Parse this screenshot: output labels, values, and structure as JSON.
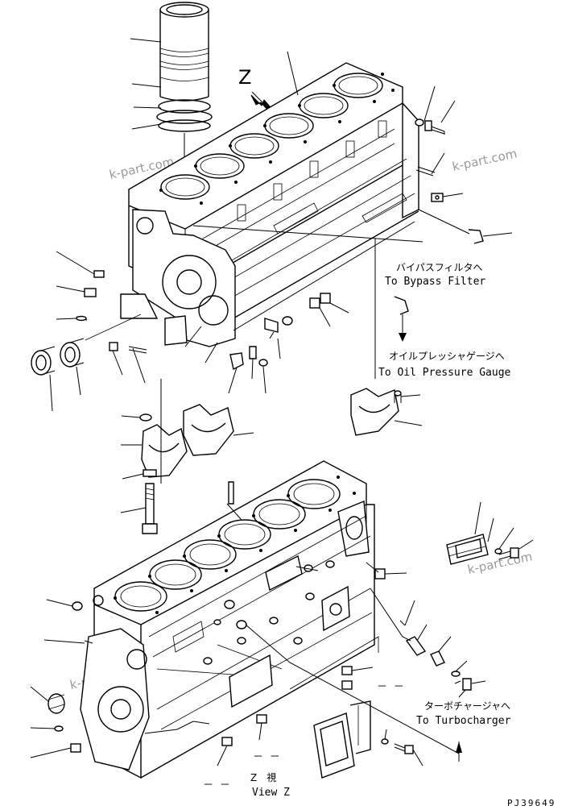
{
  "title": "Cylinder block exploded view",
  "view_marker": "Z",
  "annotations": {
    "bypass_filter_jp": "バイパスフィルタへ",
    "bypass_filter_en": "To Bypass Filter",
    "oil_pressure_jp": "オイルプレッシャゲージへ",
    "oil_pressure_en": "To Oil Pressure Gauge",
    "turbocharger_jp": "ターボチャージャへ",
    "turbocharger_en": "To Turbocharger",
    "view_z_jp": "Z　視",
    "view_z_en": "View Z",
    "dash_right": "－ －",
    "dash_bottom_1": "－ －",
    "dash_bottom_2": "－ －"
  },
  "watermarks": [
    "k-part.com",
    "k-part.com",
    "k-part.com",
    "k-part.com"
  ],
  "drawing_code": "PJ39649"
}
